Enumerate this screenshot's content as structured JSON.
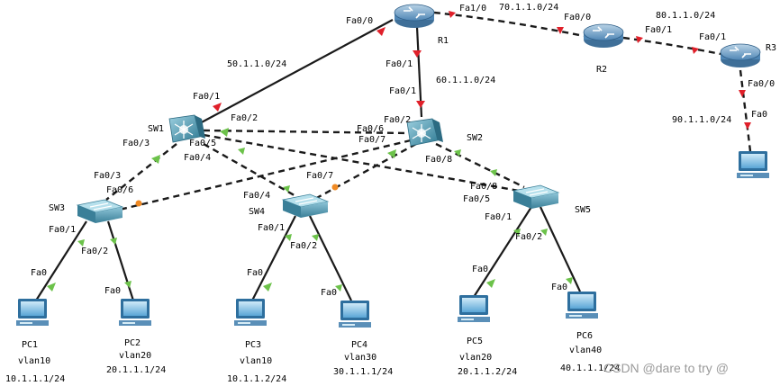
{
  "watermark": "CSDN @dare to try @",
  "routers": [
    {
      "id": "R1",
      "label": "R1"
    },
    {
      "id": "R2",
      "label": "R2"
    },
    {
      "id": "R3",
      "label": "R3"
    }
  ],
  "switches": [
    {
      "id": "SW1",
      "label": "SW1"
    },
    {
      "id": "SW2",
      "label": "SW2"
    },
    {
      "id": "SW3",
      "label": "SW3"
    },
    {
      "id": "SW4",
      "label": "SW4"
    },
    {
      "id": "SW5",
      "label": "SW5"
    }
  ],
  "pcs": [
    {
      "id": "PC1",
      "label": "PC1",
      "vlan": "vlan10",
      "ip": "10.1.1.1/24"
    },
    {
      "id": "PC2",
      "label": "PC2",
      "vlan": "vlan20",
      "ip": "20.1.1.1/24"
    },
    {
      "id": "PC3",
      "label": "PC3",
      "vlan": "vlan10",
      "ip": "10.1.1.2/24"
    },
    {
      "id": "PC4",
      "label": "PC4",
      "vlan": "vlan30",
      "ip": "30.1.1.1/24"
    },
    {
      "id": "PC5",
      "label": "PC5",
      "vlan": "vlan20",
      "ip": "20.1.1.2/24"
    },
    {
      "id": "PC6",
      "label": "PC6",
      "vlan": "vlan40",
      "ip": "40.1.1.1/24"
    },
    {
      "id": "PC7",
      "label": "",
      "vlan": "",
      "ip": ""
    }
  ],
  "networks": {
    "r1_r2": "70.1.1.0/24",
    "r2_r3": "80.1.1.0/24",
    "r1_sw1": "50.1.1.0/24",
    "r1_sw2": "60.1.1.0/24",
    "r3_pc": "90.1.1.0/24"
  },
  "ports": {
    "r1_fa00": "Fa0/0",
    "r1_fa10": "Fa1/0",
    "r1_fa01": "Fa0/1",
    "r2_fa00": "Fa0/0",
    "r2_fa01": "Fa0/1",
    "r3_fa01": "Fa0/1",
    "r3_fa00": "Fa0/0",
    "pc7_fa0": "Fa0",
    "sw1_fa01": "Fa0/1",
    "sw1_fa02": "Fa0/2",
    "sw1_fa03": "Fa0/3",
    "sw1_fa04": "Fa0/4",
    "sw1_fa05": "Fa0/5",
    "sw2_fa01": "Fa0/1",
    "sw2_fa02": "Fa0/2",
    "sw2_fa06": "Fa0/6",
    "sw2_fa07": "Fa0/7",
    "sw2_fa08": "Fa0/8",
    "sw3_fa03": "Fa0/3",
    "sw3_fa06": "Fa0/6",
    "sw3_fa01": "Fa0/1",
    "sw3_fa02": "Fa0/2",
    "sw4_fa04": "Fa0/4",
    "sw4_fa07": "Fa0/7",
    "sw4_fa01": "Fa0/1",
    "sw4_fa02": "Fa0/2",
    "sw5_fa08": "Fa0/8",
    "sw5_fa05": "Fa0/5",
    "sw5_fa01": "Fa0/1",
    "sw5_fa02": "Fa0/2",
    "pc1_fa0": "Fa0",
    "pc2_fa0": "Fa0",
    "pc3_fa0": "Fa0",
    "pc4_fa0": "Fa0",
    "pc5_fa0": "Fa0",
    "pc6_fa0": "Fa0"
  },
  "colors": {
    "link": "#000000",
    "router_link": "#e0202a",
    "link_up": "#6cc24a",
    "link_blocked": "#f08a24",
    "router_body": "#6c9cc4",
    "switch_body": "#4a94ac",
    "pc_body": "#3f8fc0"
  }
}
